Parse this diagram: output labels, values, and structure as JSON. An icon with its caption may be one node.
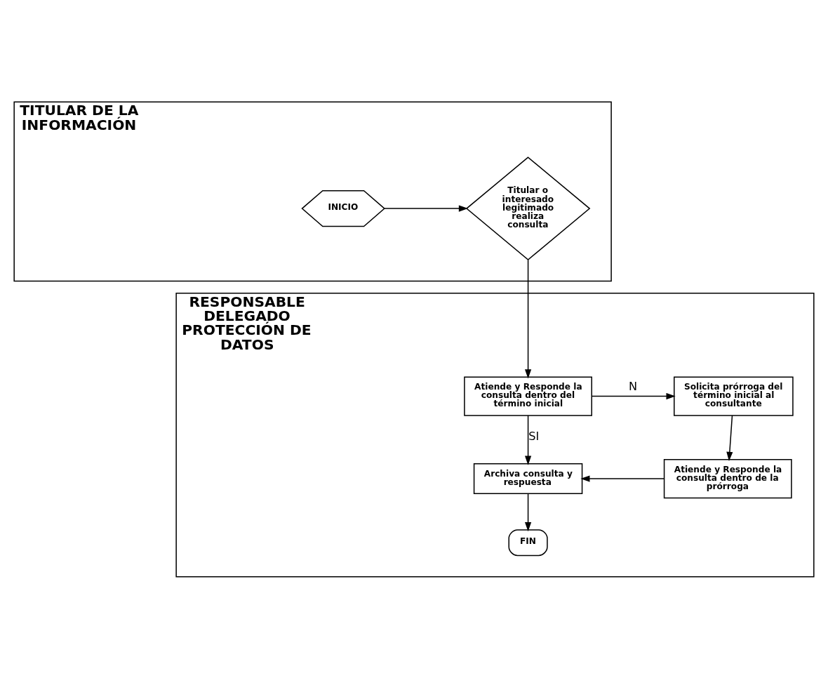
{
  "diagram": {
    "nodes": [
      {
        "text": [
          "TITULAR DE LA INFORMACIÓN"
        ]
      },
      {
        "text": [
          "INICIO"
        ],
        "in": 0
      },
      {
        "text": [
          "Titular o interesado legitimado realiza consulta"
        ],
        "in": 0
      },
      {
        "text": [
          "RESPONSABLE DELEGADO PROTECCIÓN DE DATOS"
        ]
      },
      {
        "text": [
          "Atiende y Responde la consulta dentro del término inicial"
        ],
        "in": 3
      },
      {
        "text": [
          "Solicita prórroga del término inicial al consultante"
        ],
        "in": 3
      },
      {
        "text": [
          "Archiva consulta y respuesta"
        ],
        "in": 3
      },
      {
        "text": [
          "Atiende y Responde la consulta dentro de la prórroga"
        ],
        "in": 3
      },
      {
        "text": [
          "FIN"
        ],
        "in": 3
      }
    ],
    "edges": [
      {
        "from": 1,
        "to": 2,
        "arrow": "to"
      },
      {
        "from": 2,
        "to": 4,
        "arrow": "to"
      },
      {
        "from": 4,
        "to": 5,
        "arrow": "to",
        "label": "N"
      },
      {
        "from": 4,
        "to": 6,
        "arrow": "to",
        "label": "SI"
      },
      {
        "from": 5,
        "to": 7,
        "arrow": "to"
      },
      {
        "from": 7,
        "to": 6,
        "arrow": "to"
      },
      {
        "from": 6,
        "to": 8,
        "arrow": "to"
      }
    ]
  }
}
